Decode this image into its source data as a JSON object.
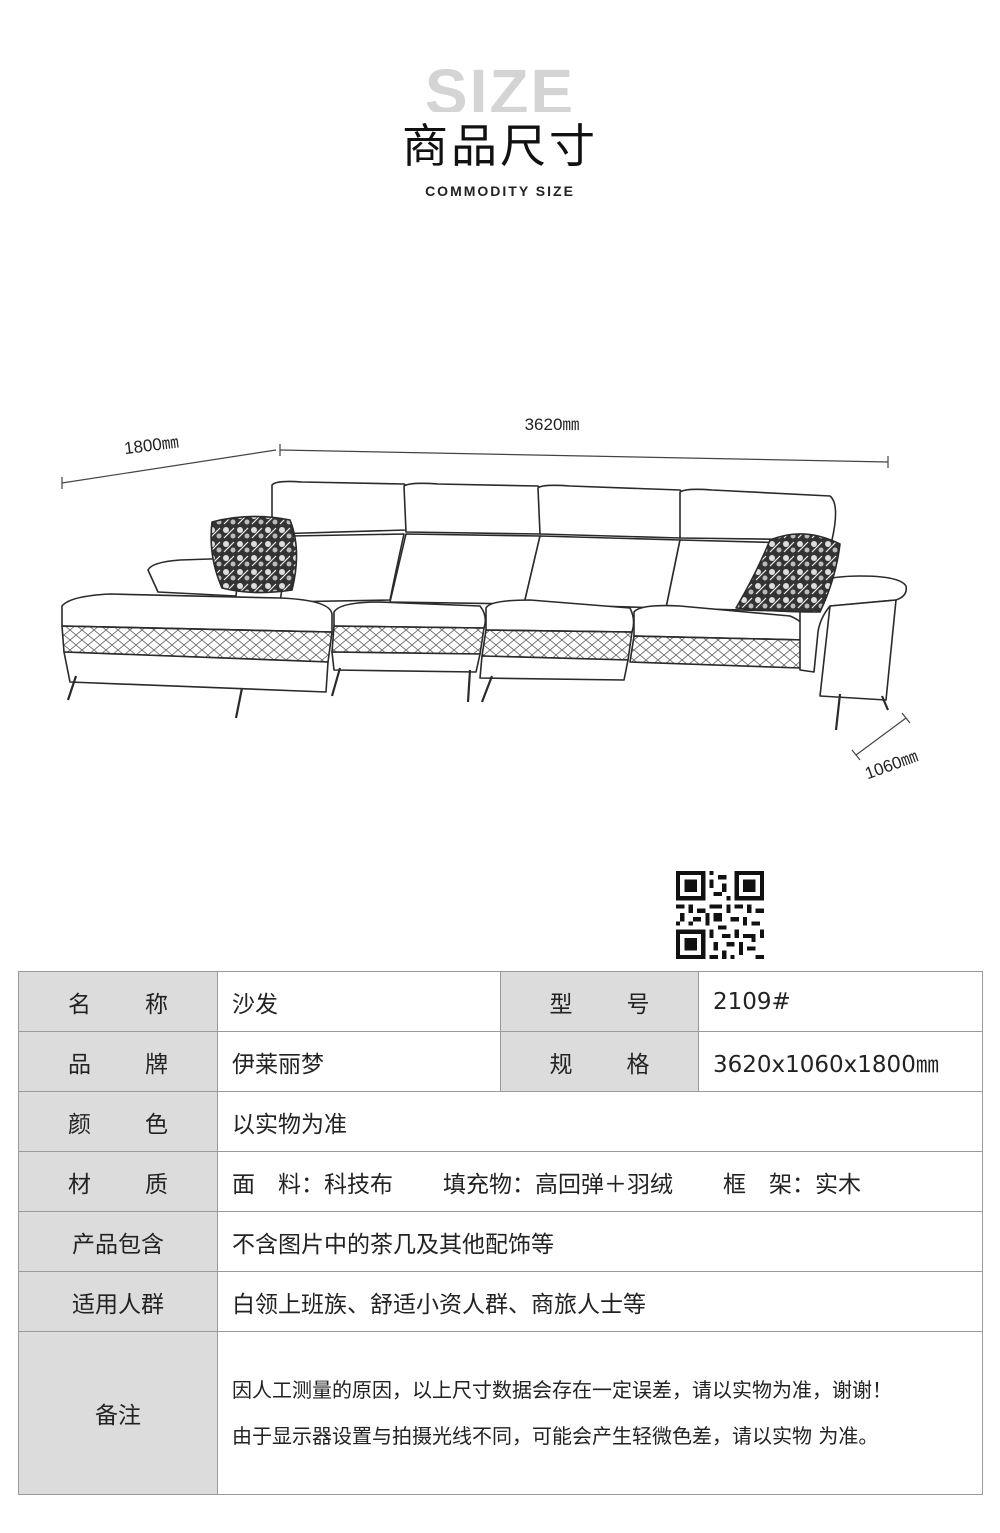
{
  "header": {
    "bg_word": "SIZE",
    "title": "商品尺寸",
    "subtitle": "COMMODITY SIZE"
  },
  "drawing": {
    "dim_width": "3620㎜",
    "dim_chaise": "1800㎜",
    "dim_depth": "1060㎜"
  },
  "table": {
    "rows": [
      {
        "label": "名称",
        "label_chars": [
          "名",
          "称"
        ],
        "value": "沙发",
        "label2": "型号",
        "label2_chars": [
          "型",
          "号"
        ],
        "value2": "2109#"
      },
      {
        "label": "品牌",
        "label_chars": [
          "品",
          "牌"
        ],
        "value": "伊莱丽梦",
        "label2": "规格",
        "label2_chars": [
          "规",
          "格"
        ],
        "value2": "3620x1060x1800㎜"
      },
      {
        "label": "颜色",
        "label_chars": [
          "颜",
          "色"
        ],
        "value": "以实物为准"
      },
      {
        "label": "材质",
        "label_chars": [
          "材",
          "质"
        ],
        "materials": [
          "面　料：科技布",
          "填充物：高回弹＋羽绒",
          "框　架：实木"
        ]
      },
      {
        "label": "产品包含",
        "value": "不含图片中的茶几及其他配饰等"
      },
      {
        "label": "适用人群",
        "value": "白领上班族、舒适小资人群、商旅人士等"
      },
      {
        "label": "备注",
        "notes": [
          "因人工测量的原因，以上尺寸数据会存在一定误差，请以实物为准，谢谢！",
          "由于显示器设置与拍摄光线不同，可能会产生轻微色差，请以实物 为准。"
        ]
      }
    ]
  }
}
